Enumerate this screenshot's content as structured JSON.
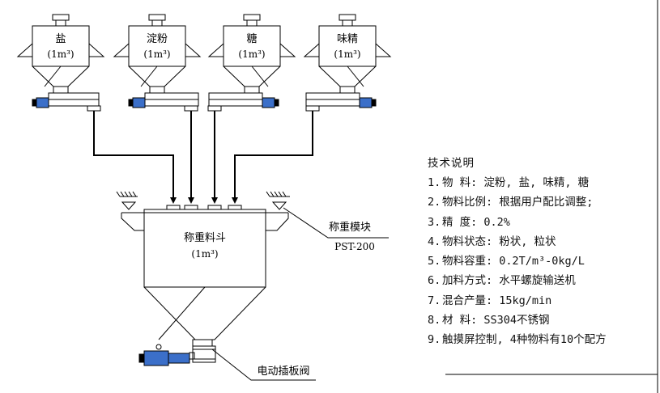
{
  "hoppers": [
    {
      "name": "盐",
      "volume": "(1m³)"
    },
    {
      "name": "淀粉",
      "volume": "(1m³)"
    },
    {
      "name": "糖",
      "volume": "(1m³)"
    },
    {
      "name": "味精",
      "volume": "(1m³)"
    }
  ],
  "weigh_hopper": {
    "name": "称重料斗",
    "volume": "(1m³)"
  },
  "labels": {
    "module_name": "称重模块",
    "module_model": "PST-200",
    "valve": "电动插板阀"
  },
  "notes": {
    "title": "技术说明",
    "items": [
      {
        "num": "1.",
        "text": "物    料: 淀粉, 盐, 味精, 糖"
      },
      {
        "num": "2.",
        "text": "物料比例: 根据用户配比调整;"
      },
      {
        "num": "3.",
        "text": "精    度: 0.2%"
      },
      {
        "num": "4.",
        "text": "物料状态: 粉状, 粒状"
      },
      {
        "num": "5.",
        "text": "物料容重: 0.2T/m³-0kg/L"
      },
      {
        "num": "6.",
        "text": "加料方式: 水平螺旋输送机"
      },
      {
        "num": "7.",
        "text": "混合产量: 15kg/min"
      },
      {
        "num": "8.",
        "text": "材    料: SS304不锈钢"
      },
      {
        "num": "9.",
        "text": "触摸屏控制, 4种物料有10个配方"
      }
    ]
  },
  "colors": {
    "line": "#000000",
    "motor": "#2a5db0"
  }
}
